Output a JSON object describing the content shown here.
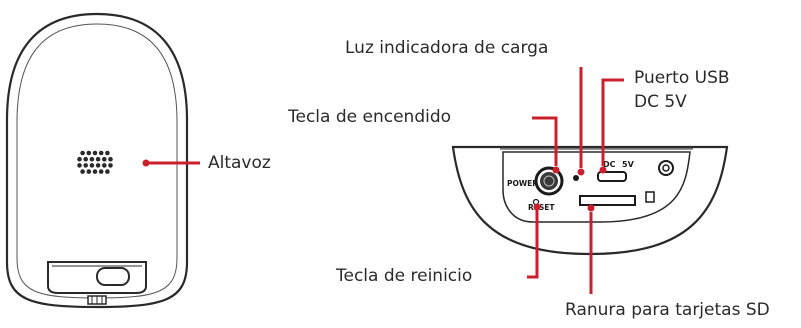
{
  "colors": {
    "outline": "#2a2a2a",
    "callout": "#cc1f2e",
    "text": "#2b2b2b"
  },
  "labels": {
    "altavoz": "Altavoz",
    "charge_light": "Luz indicadora de carga",
    "usb_port": "Puerto USB",
    "usb_voltage": "DC 5V",
    "power_key": "Tecla de encendido",
    "reset_key": "Tecla de reinicio",
    "sd_slot": "Ranura para tarjetas SD"
  },
  "panel_markings": {
    "power": "POWER",
    "reset": "RESET",
    "dc": "DC",
    "five_v": "5V"
  },
  "icons": [
    "speaker-grille-icon",
    "power-button-icon",
    "usb-port-icon",
    "sd-card-slot-icon"
  ]
}
